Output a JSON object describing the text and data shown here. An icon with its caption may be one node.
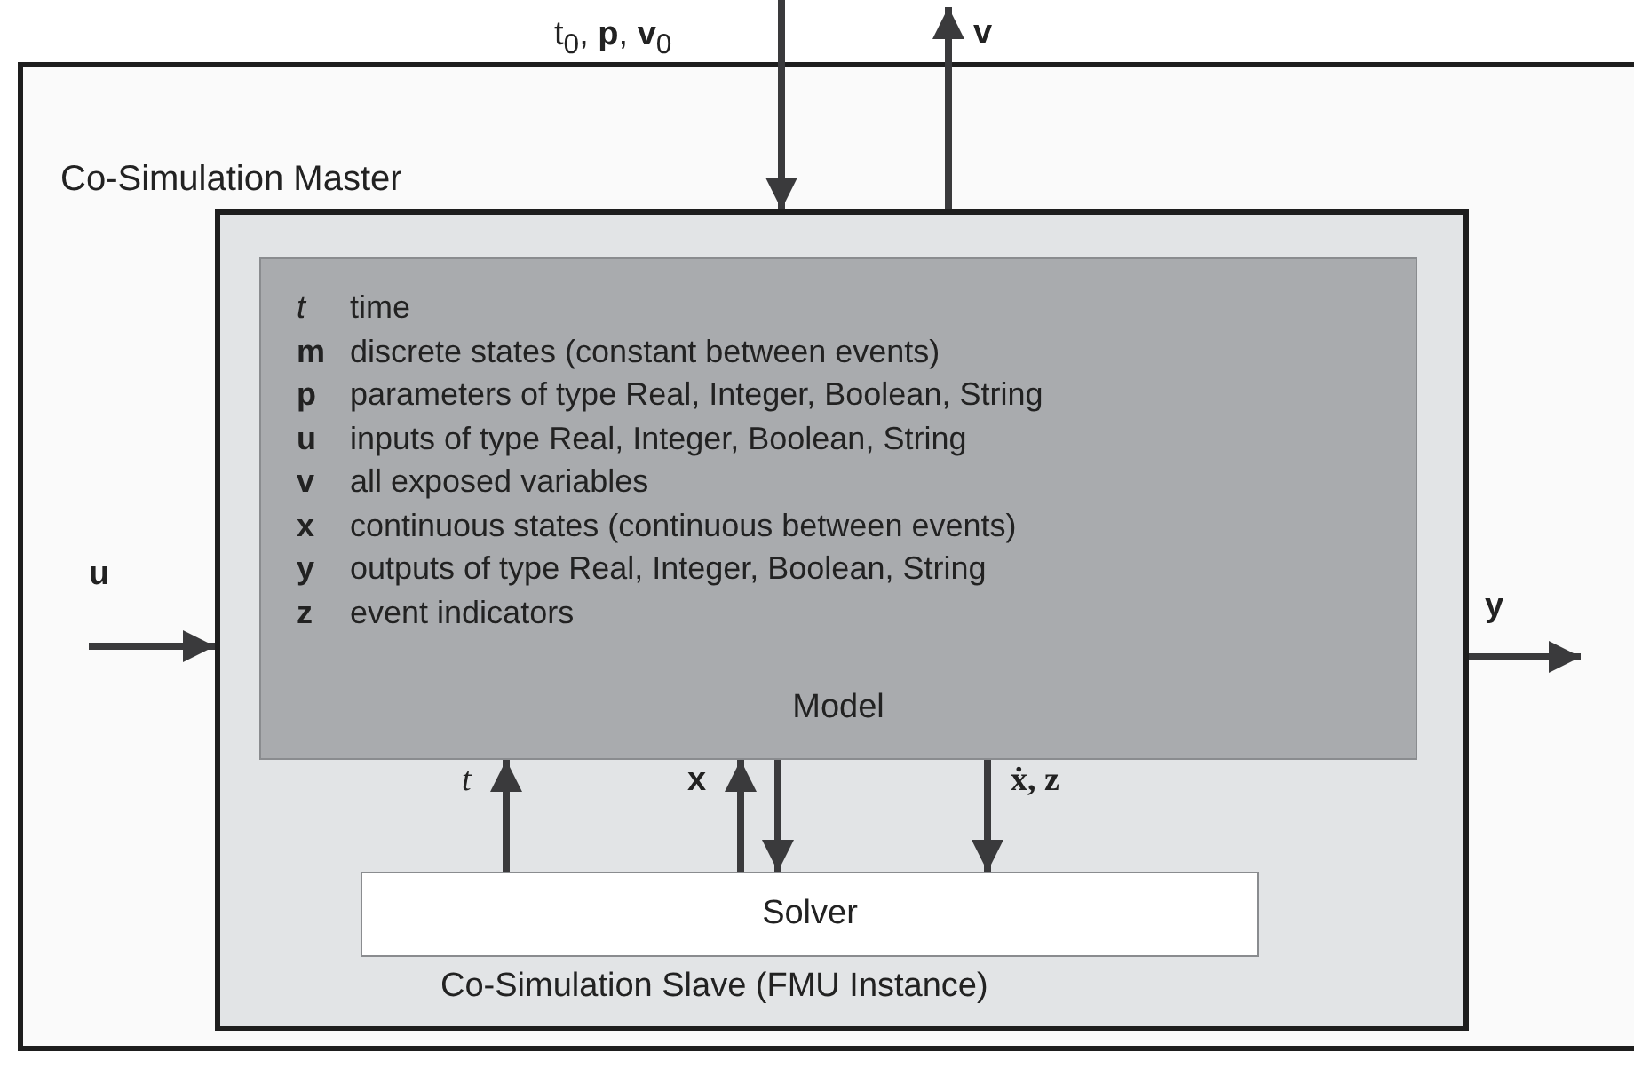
{
  "diagram": {
    "nodes": [
      {
        "text": [
          "Co-Simulation Master"
        ]
      },
      {
        "text": [
          "Co-Simulation Slave (FMU Instance)"
        ],
        "in": 0
      },
      {
        "text": [
          "t",
          "time",
          "m",
          "discrete states (constant between events)",
          "p",
          "parameters of type Real, Integer, Boolean, String",
          "u",
          "inputs of type Real, Integer, Boolean, String",
          "v",
          "all exposed variables",
          "x",
          "continuous states (continuous between events)",
          "y",
          "outputs of type Real, Integer, Boolean, String",
          "z",
          "event indicators",
          "Model"
        ],
        "in": 1
      },
      {
        "text": [
          "Solver"
        ],
        "in": 1
      }
    ],
    "edges": [
      {
        "from": null,
        "to": 1,
        "arrow": "to",
        "label": "t$_{0}$, **p**, **v**$_{0}$"
      },
      {
        "from": 1,
        "to": null,
        "arrow": "to",
        "label": "v"
      },
      {
        "from": null,
        "to": 1,
        "arrow": "to",
        "label": "u"
      },
      {
        "from": 1,
        "to": null,
        "arrow": "to",
        "label": "y"
      },
      {
        "from": 3,
        "to": 2,
        "arrow": "to",
        "label": "t"
      },
      {
        "from": 3,
        "to": 2,
        "arrow": "to",
        "label": "x"
      },
      {
        "from": 2,
        "to": 3,
        "arrow": "to"
      },
      {
        "from": 2,
        "to": 3,
        "arrow": "to",
        "label": "ẋ, z"
      }
    ]
  }
}
